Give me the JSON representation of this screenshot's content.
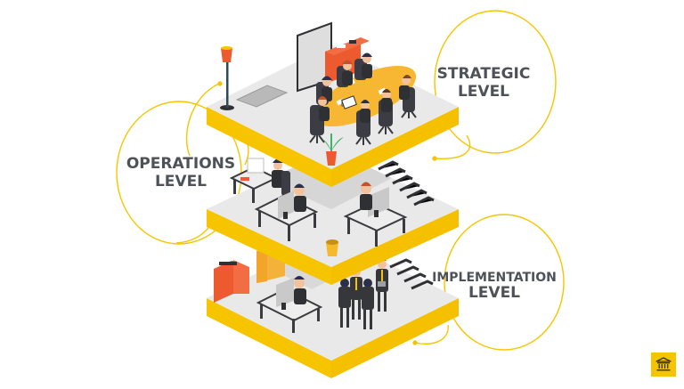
{
  "diagram": {
    "title": "Organizational levels building",
    "levels": [
      {
        "id": "strategic",
        "line1": "STRATEGIC",
        "line2": "LEVEL",
        "floor": "top",
        "scene": "conference room meeting with 9 people around an oval table"
      },
      {
        "id": "operations",
        "line1": "OPERATIONS",
        "line2": "LEVEL",
        "floor": "middle",
        "scene": "office with desks and computer workers"
      },
      {
        "id": "implementation",
        "line1": "IMPLEMENTATION",
        "line2": "LEVEL",
        "floor": "bottom",
        "scene": "workers at desk and a group of standing staff"
      }
    ],
    "logo": {
      "icon": "bank-building-icon",
      "color": "#f7c500"
    }
  },
  "colors": {
    "accent_yellow": "#f7c500",
    "floor_gray": "#e8e8e8",
    "text_gray": "#4d5259",
    "orange": "#ee5a2f",
    "dark": "#2f3033"
  }
}
